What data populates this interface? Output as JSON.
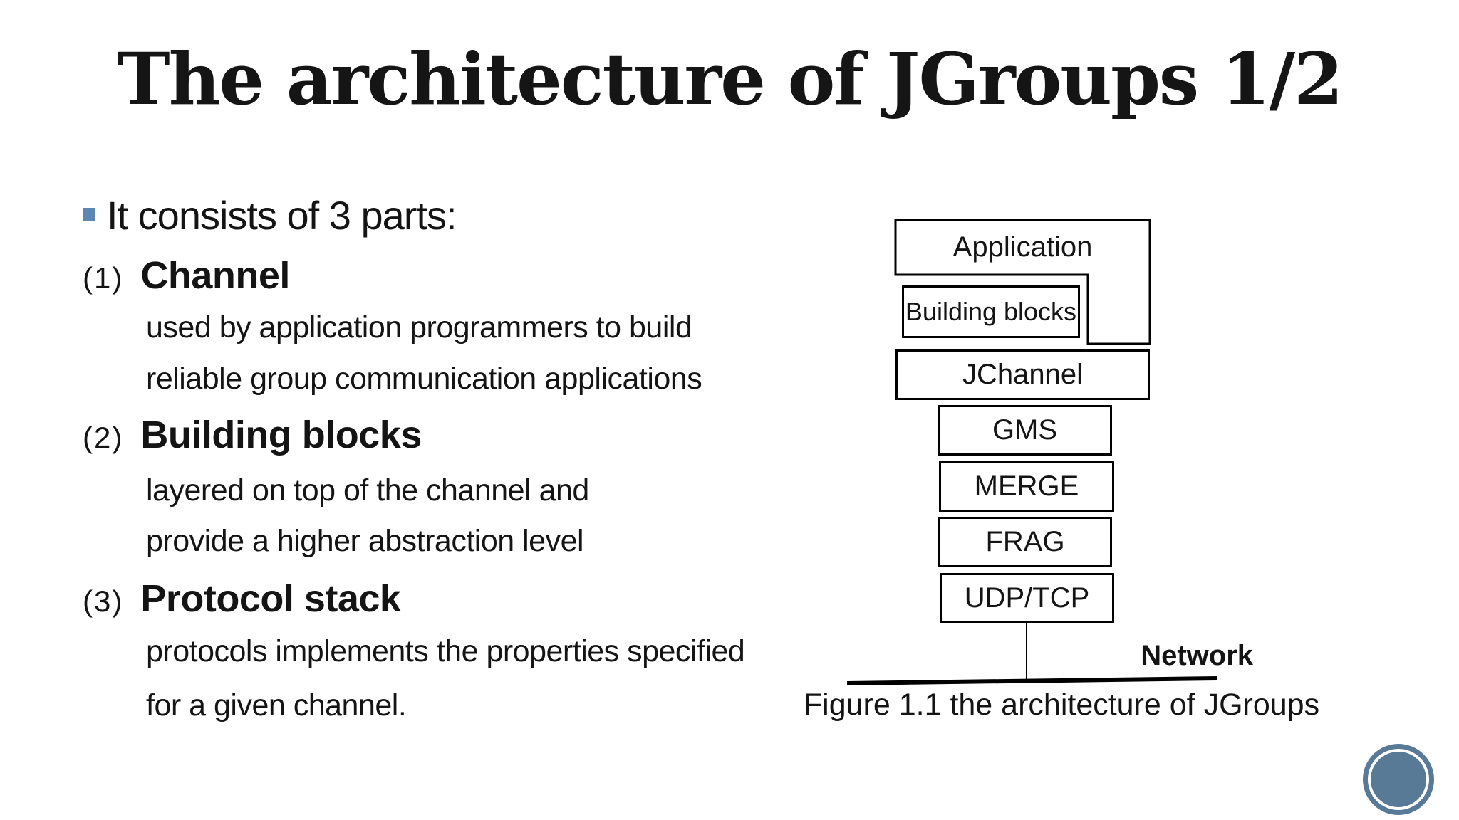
{
  "slide": {
    "title": "The architecture of JGroups 1/2"
  },
  "content": {
    "intro": "It consists of 3 parts:",
    "items": [
      {
        "num": "(1)",
        "name": "Channel",
        "lines": [
          "used by application programmers to build",
          "reliable group communication applications"
        ]
      },
      {
        "num": "(2)",
        "name": "Building blocks",
        "lines": [
          "layered on top of the channel and",
          "provide a higher abstraction level"
        ]
      },
      {
        "num": "(3)",
        "name": "Protocol stack",
        "lines": [
          "protocols implements the properties specified",
          "for a given channel."
        ]
      }
    ]
  },
  "figure": {
    "application_label": "Application",
    "building_blocks_label": "Building blocks",
    "jchannel_label": "JChannel",
    "stack": [
      "GMS",
      "MERGE",
      "FRAG",
      "UDP/TCP"
    ],
    "network_label": "Network",
    "caption": "Figure 1.1 the architecture of JGroups"
  },
  "colors": {
    "bullet_square": "#5b87b2",
    "badge_blue": "#587a96",
    "ink": "#141414",
    "background": "#ffffff"
  }
}
